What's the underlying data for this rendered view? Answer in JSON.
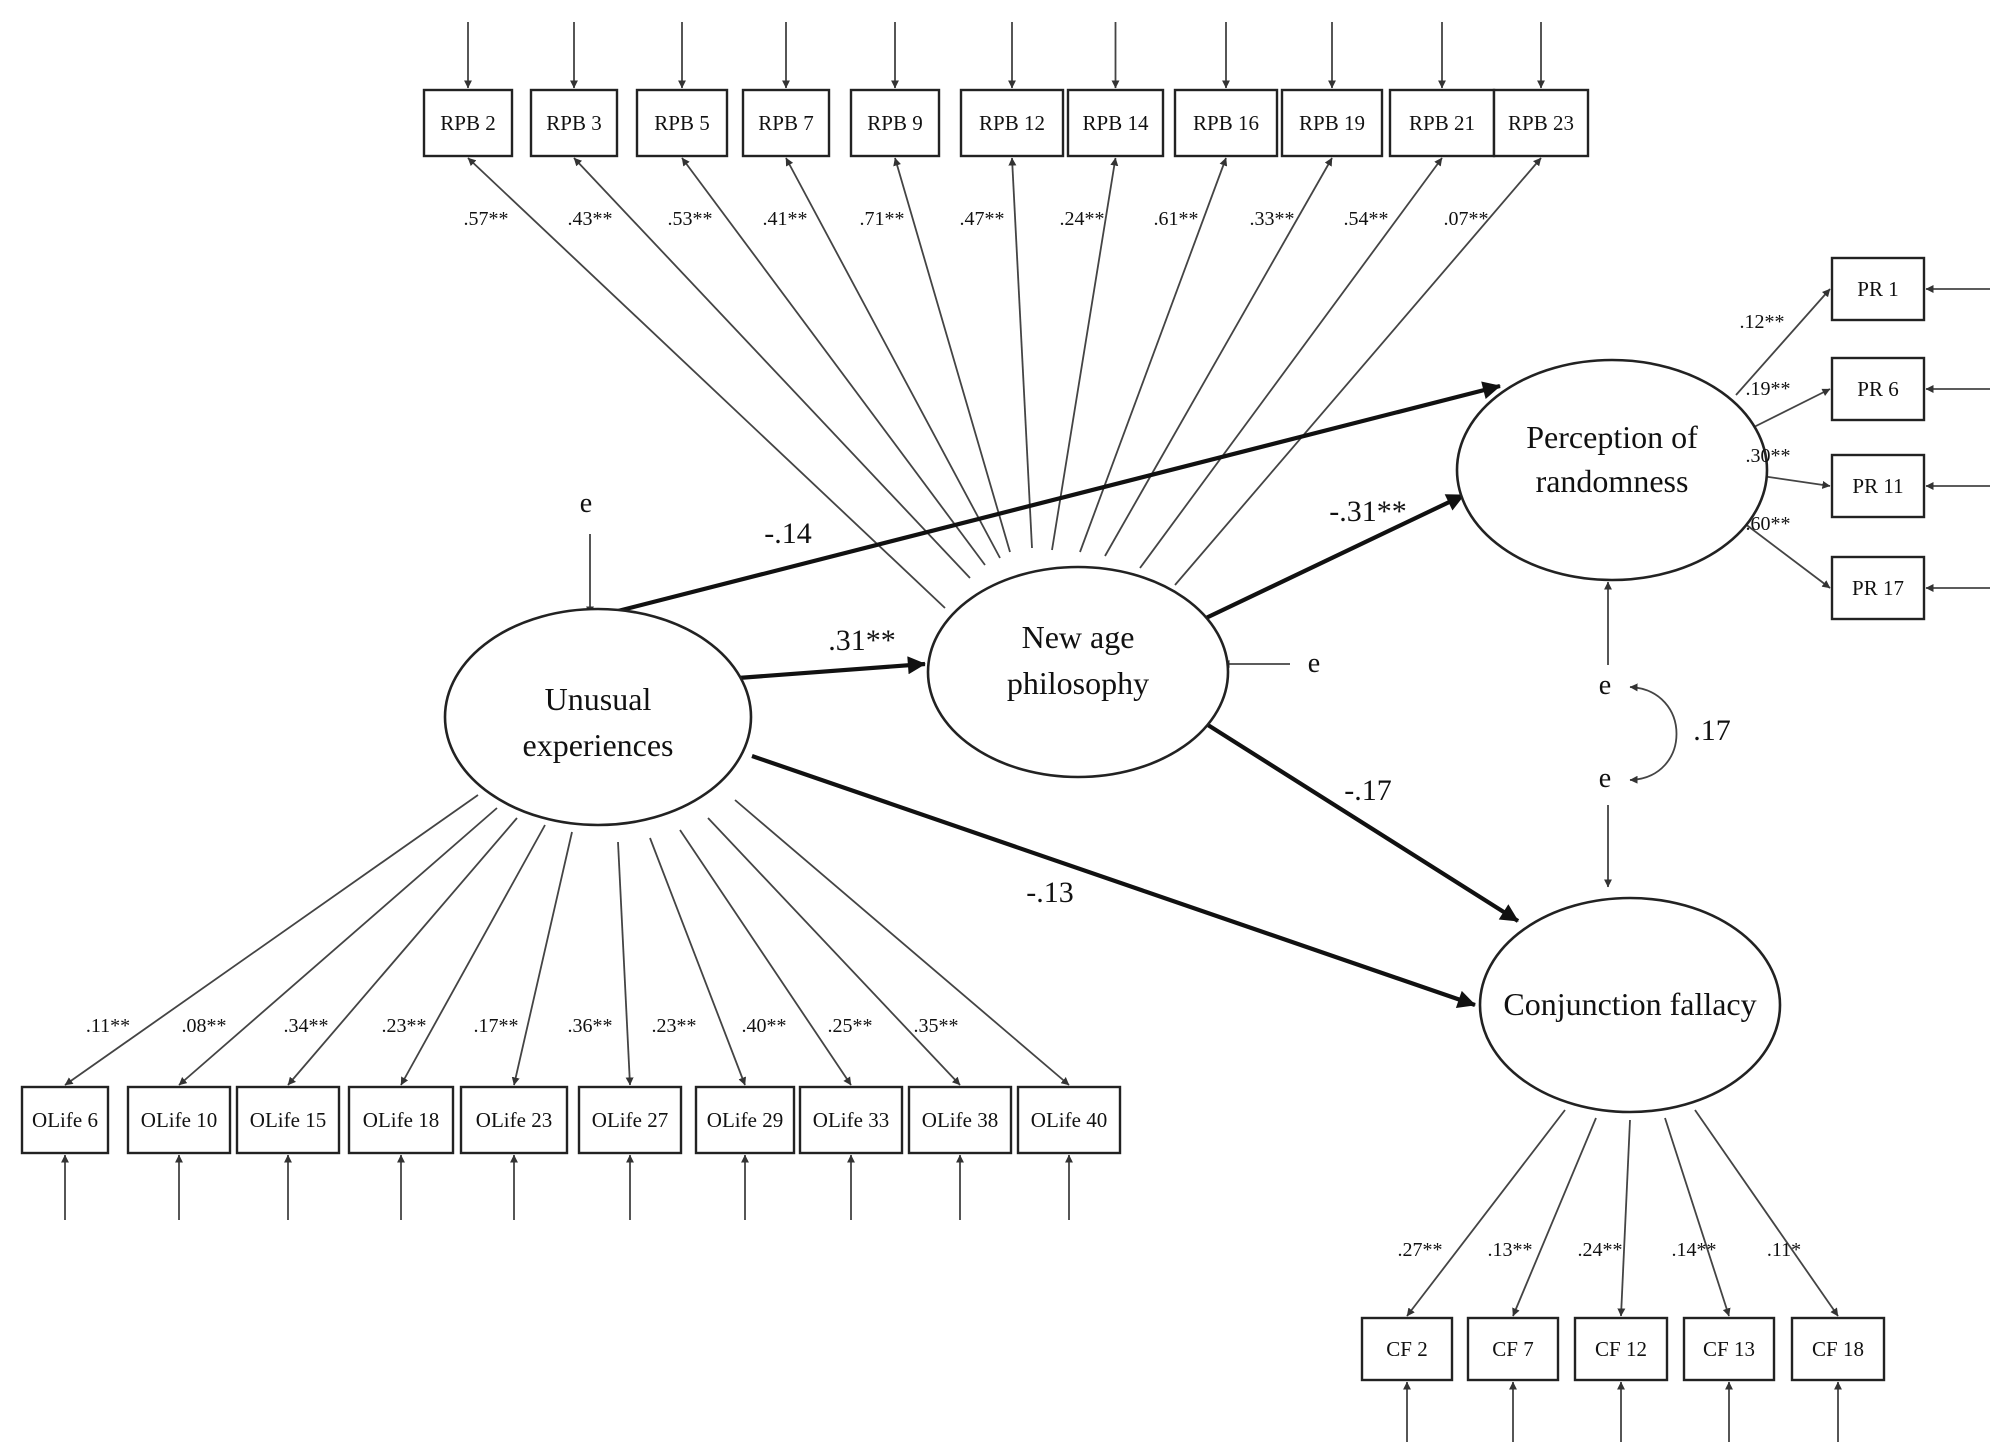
{
  "diagram": {
    "latents": {
      "unusual": {
        "line1": "Unusual",
        "line2": "experiences"
      },
      "newage": {
        "line1": "New age",
        "line2": "philosophy"
      },
      "perception": {
        "line1": "Perception of",
        "line2": "randomness"
      },
      "conjunction": {
        "line1": "Conjunction fallacy"
      }
    },
    "rpb": [
      {
        "label": "RPB 2",
        "loading": ".57**"
      },
      {
        "label": "RPB 3",
        "loading": ".43**"
      },
      {
        "label": "RPB 5",
        "loading": ".53**"
      },
      {
        "label": "RPB 7",
        "loading": ".41**"
      },
      {
        "label": "RPB 9",
        "loading": ".71**"
      },
      {
        "label": "RPB 12",
        "loading": ".47**"
      },
      {
        "label": "RPB 14",
        "loading": ".24**"
      },
      {
        "label": "RPB 16",
        "loading": ".61**"
      },
      {
        "label": "RPB 19",
        "loading": ".33**"
      },
      {
        "label": "RPB 21",
        "loading": ".54**"
      },
      {
        "label": "RPB 23",
        "loading": ".07**"
      }
    ],
    "olife": [
      {
        "label": "OLife 6",
        "loading": ".11**"
      },
      {
        "label": "OLife 10",
        "loading": ".08**"
      },
      {
        "label": "OLife 15",
        "loading": ".34**"
      },
      {
        "label": "OLife 18",
        "loading": ".23**"
      },
      {
        "label": "OLife 23",
        "loading": ".17**"
      },
      {
        "label": "OLife 27",
        "loading": ".36**"
      },
      {
        "label": "OLife 29",
        "loading": ".23**"
      },
      {
        "label": "OLife 33",
        "loading": ".40**"
      },
      {
        "label": "OLife 38",
        "loading": ".25**"
      },
      {
        "label": "OLife 40",
        "loading": ".35**"
      }
    ],
    "pr": [
      {
        "label": "PR 1",
        "loading": ".12**"
      },
      {
        "label": "PR 6",
        "loading": ".19**"
      },
      {
        "label": "PR 11",
        "loading": ".30**"
      },
      {
        "label": "PR 17",
        "loading": ".60**"
      }
    ],
    "cf": [
      {
        "label": "CF 2",
        "loading": ".27**"
      },
      {
        "label": "CF 7",
        "loading": ".13**"
      },
      {
        "label": "CF 12",
        "loading": ".24**"
      },
      {
        "label": "CF 13",
        "loading": ".14**"
      },
      {
        "label": "CF 18",
        "loading": ".11*"
      }
    ],
    "paths": {
      "ue_to_pr": "-.14",
      "ue_to_na": ".31**",
      "ue_to_cf": "-.13",
      "na_to_pr": "-.31**",
      "na_to_cf": "-.17"
    },
    "errors": {
      "ue": "e",
      "na": "e",
      "pr": "e",
      "cf": "e"
    },
    "error_covariance": ".17"
  }
}
